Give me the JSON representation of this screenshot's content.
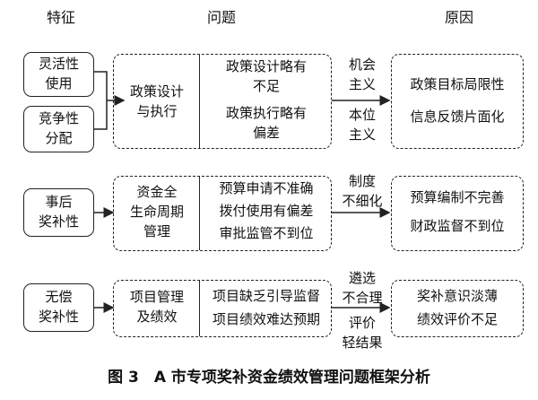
{
  "headers": {
    "features": "特征",
    "problems": "问题",
    "causes": "原因"
  },
  "rows": [
    {
      "features": [
        "灵活性\n使用",
        "竞争性\n分配"
      ],
      "process": "政策设计\n与执行",
      "issues": [
        "政策设计略有\n不足",
        "政策执行略有\n偏差"
      ],
      "link_top": "机会\n主义",
      "link_bottom": "本位\n主义",
      "causes": [
        "政策目标局限性",
        "信息反馈片面化"
      ]
    },
    {
      "features": [
        "事后\n奖补性"
      ],
      "process": "资金全\n生命周期\n管理",
      "issues": [
        "预算申请不准确",
        "拨付使用有偏差",
        "审批监管不到位"
      ],
      "link_top": "制度\n不细化",
      "link_bottom": "",
      "causes": [
        "预算编制不完善",
        "财政监督不到位"
      ]
    },
    {
      "features": [
        "无偿\n奖补性"
      ],
      "process": "项目管理\n及绩效",
      "issues": [
        "项目缺乏引导监督",
        "项目绩效难达预期"
      ],
      "link_top": "遴选\n不合理",
      "link_bottom": "评价\n轻结果",
      "causes": [
        "奖补意识淡薄",
        "绩效评价不足"
      ]
    }
  ],
  "caption": "图 3　A 市专项奖补资金绩效管理问题框架分析"
}
